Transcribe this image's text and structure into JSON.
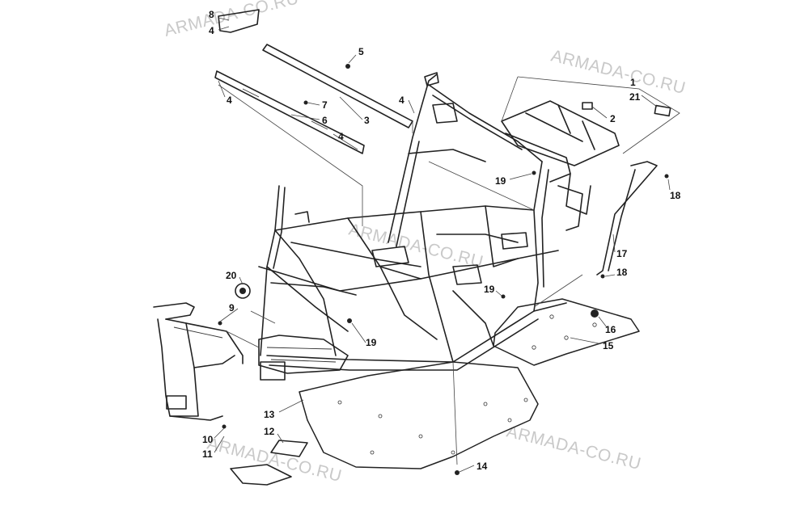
{
  "watermark": {
    "text": "ARMADA-CO.RU",
    "color": "#c9c9c9"
  },
  "callouts": [
    {
      "id": "c8a",
      "label": "8"
    },
    {
      "id": "c4a",
      "label": "4"
    },
    {
      "id": "c5",
      "label": "5"
    },
    {
      "id": "c4b",
      "label": "4"
    },
    {
      "id": "c7",
      "label": "7"
    },
    {
      "id": "c6",
      "label": "6"
    },
    {
      "id": "c3",
      "label": "3"
    },
    {
      "id": "c4c",
      "label": "4"
    },
    {
      "id": "c4d",
      "label": "4"
    },
    {
      "id": "c1",
      "label": "1"
    },
    {
      "id": "c21",
      "label": "21"
    },
    {
      "id": "c2",
      "label": "2"
    },
    {
      "id": "c19a",
      "label": "19"
    },
    {
      "id": "c18a",
      "label": "18"
    },
    {
      "id": "c17",
      "label": "17"
    },
    {
      "id": "c18b",
      "label": "18"
    },
    {
      "id": "c20",
      "label": "20"
    },
    {
      "id": "c9",
      "label": "9"
    },
    {
      "id": "c19b",
      "label": "19"
    },
    {
      "id": "c19c",
      "label": "19"
    },
    {
      "id": "c16",
      "label": "16"
    },
    {
      "id": "c15",
      "label": "15"
    },
    {
      "id": "c13",
      "label": "13"
    },
    {
      "id": "c12",
      "label": "12"
    },
    {
      "id": "c10",
      "label": "10"
    },
    {
      "id": "c11",
      "label": "11"
    },
    {
      "id": "c14",
      "label": "14"
    }
  ]
}
